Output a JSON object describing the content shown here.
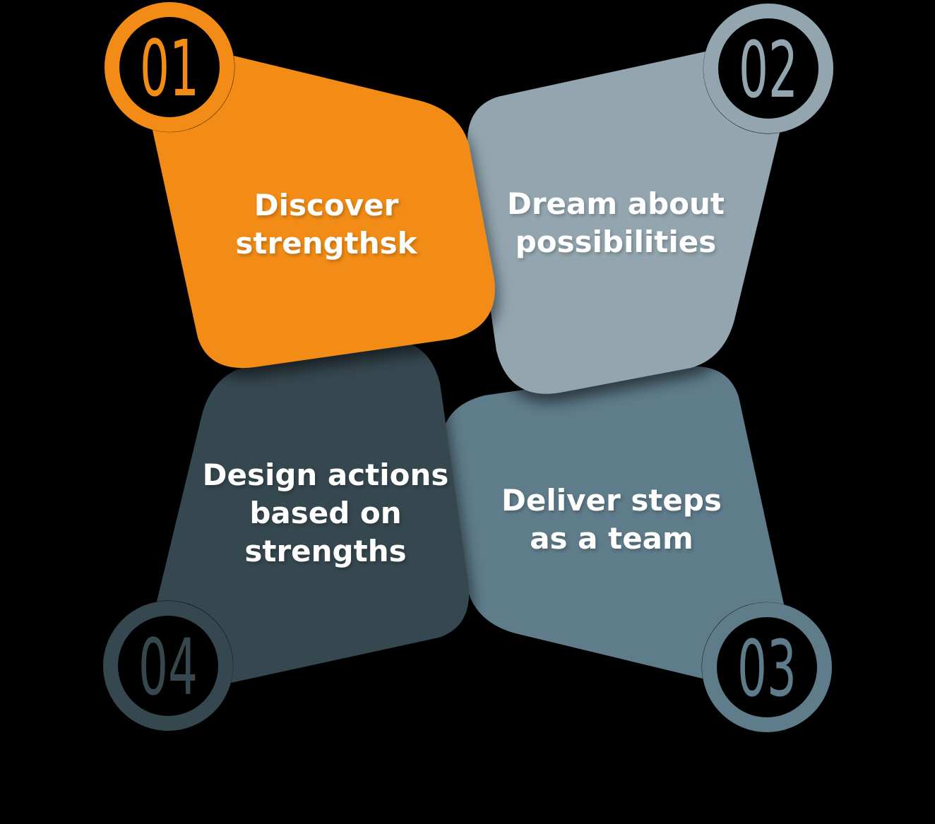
{
  "background_color": "#000000",
  "text_color": "#FFFFFF",
  "quadrants": [
    {
      "number": "01",
      "color": "#F28C12",
      "label_lines": [
        "Discover",
        "strengthsk"
      ]
    },
    {
      "number": "02",
      "color": "#93A6B0",
      "label_lines": [
        "Dream about",
        "possibilities"
      ]
    },
    {
      "number": "03",
      "color": "#5E7B8B",
      "label_lines": [
        "Deliver steps",
        "as a team"
      ]
    },
    {
      "number": "04",
      "color": "#36474F",
      "label_lines": [
        "Design actions",
        "based on",
        "strengths"
      ]
    }
  ]
}
